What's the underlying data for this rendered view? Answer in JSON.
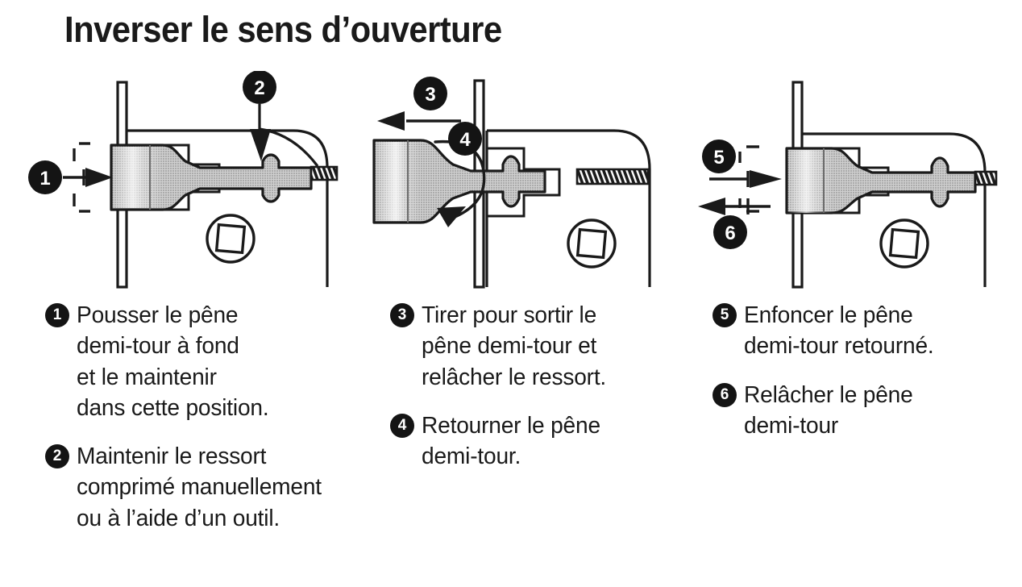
{
  "document": {
    "title": "Inverser le sens d’ouverture",
    "language": "fr",
    "background_color": "#ffffff",
    "ink_color": "#1a1a1a",
    "badge_color": "#141414",
    "badge_text_color": "#ffffff",
    "latch_fill_color": "#b8b8b8"
  },
  "figures": [
    {
      "id": "figure-1",
      "name": "lock-latch-pushed-in",
      "description": "Serrure vue de côté, pêne demi-tour enfoncé, ressort comprimé",
      "callouts": [
        {
          "number": "1",
          "name": "callout-1",
          "arrow": "push-right",
          "position": "left"
        },
        {
          "number": "2",
          "name": "callout-2",
          "arrow": "curved-down",
          "position": "top-right"
        }
      ],
      "parts": [
        {
          "name": "faceplate",
          "label": "têtière"
        },
        {
          "name": "latch-bolt",
          "label": "pêne demi-tour"
        },
        {
          "name": "spring",
          "label": "ressort",
          "state": "comprimé"
        },
        {
          "name": "spindle-hole",
          "label": "trou carré de fouillot"
        },
        {
          "name": "lock-case",
          "label": "boîtier de serrure"
        }
      ]
    },
    {
      "id": "figure-2",
      "name": "lock-latch-pulled-out-rotating",
      "description": "Pêne demi-tour tiré hors du boîtier et retourné",
      "callouts": [
        {
          "number": "3",
          "name": "callout-3",
          "arrow": "pull-left",
          "position": "top-left"
        },
        {
          "number": "4",
          "name": "callout-4",
          "arrow": "rotate",
          "position": "center-left"
        }
      ],
      "parts": [
        {
          "name": "faceplate",
          "label": "têtière"
        },
        {
          "name": "latch-bolt",
          "label": "pêne demi-tour"
        },
        {
          "name": "spring",
          "label": "ressort",
          "state": "relâché"
        },
        {
          "name": "spindle-hole",
          "label": "trou carré de fouillot"
        },
        {
          "name": "lock-case",
          "label": "boîtier de serrure"
        }
      ]
    },
    {
      "id": "figure-3",
      "name": "lock-latch-reversed-inserted",
      "description": "Pêne demi-tour retourné et réinséré dans le boîtier",
      "callouts": [
        {
          "number": "5",
          "name": "callout-5",
          "arrow": "push-right",
          "position": "left-upper"
        },
        {
          "number": "6",
          "name": "callout-6",
          "arrow": "release-left",
          "position": "left-lower"
        }
      ],
      "parts": [
        {
          "name": "faceplate",
          "label": "têtière"
        },
        {
          "name": "latch-bolt",
          "label": "pêne demi-tour retourné"
        },
        {
          "name": "spring",
          "label": "ressort",
          "state": "comprimé"
        },
        {
          "name": "spindle-hole",
          "label": "trou carré de fouillot"
        },
        {
          "name": "lock-case",
          "label": "boîtier de serrure"
        }
      ]
    }
  ],
  "caption_columns": [
    {
      "id": "caption-col-1",
      "steps": [
        {
          "number": "1",
          "lines": [
            "Pousser le pêne",
            "demi-tour à fond",
            "et le maintenir",
            "dans cette position."
          ]
        },
        {
          "number": "2",
          "lines": [
            "Maintenir le ressort",
            "comprimé manuellement",
            "ou à l’aide d’un outil."
          ]
        }
      ]
    },
    {
      "id": "caption-col-2",
      "steps": [
        {
          "number": "3",
          "lines": [
            "Tirer pour sortir le",
            "pêne demi-tour et",
            "relâcher le ressort."
          ]
        },
        {
          "number": "4",
          "lines": [
            "Retourner le pêne",
            "demi-tour."
          ]
        }
      ]
    },
    {
      "id": "caption-col-3",
      "steps": [
        {
          "number": "5",
          "lines": [
            "Enfoncer le pêne",
            "demi-tour retourné."
          ]
        },
        {
          "number": "6",
          "lines": [
            "Relâcher le pêne",
            "demi-tour"
          ]
        }
      ]
    }
  ]
}
